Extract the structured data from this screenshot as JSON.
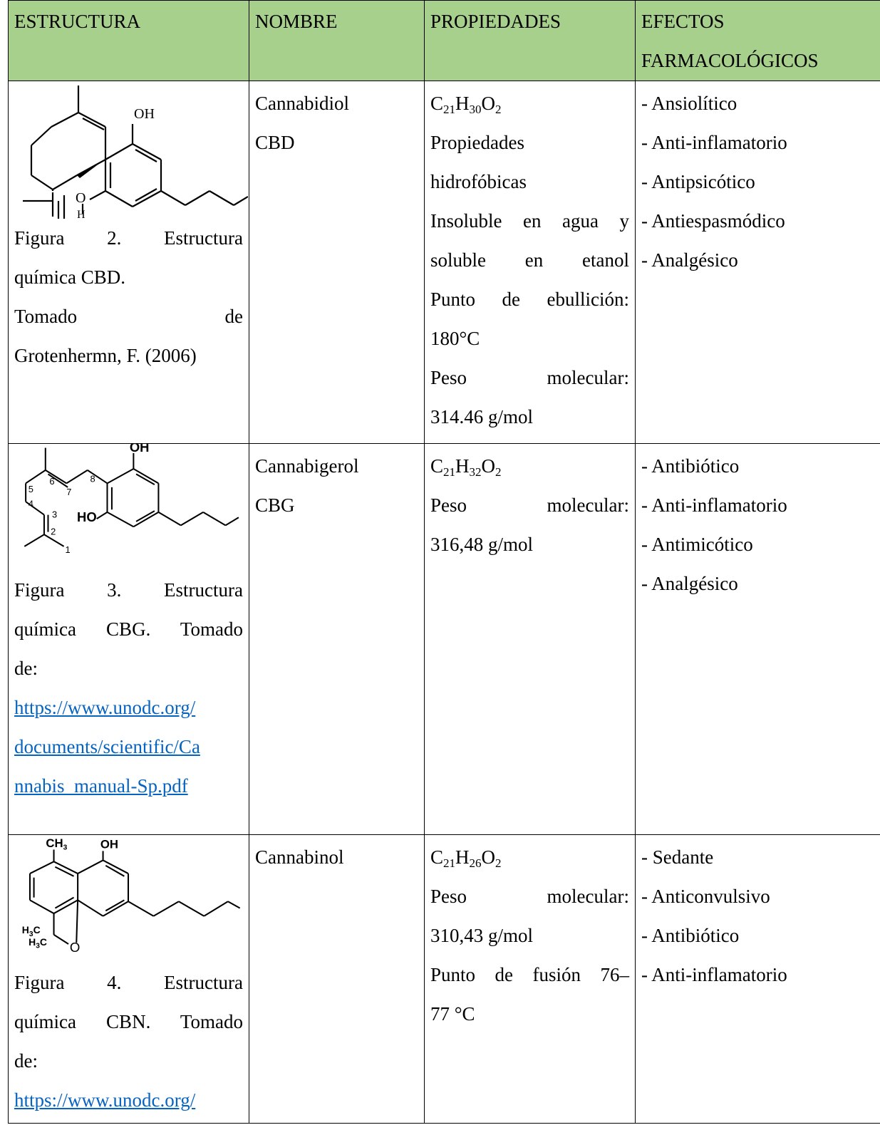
{
  "headers": {
    "estructura": "ESTRUCTURA",
    "nombre": "NOMBRE",
    "propiedades": "PROPIEDADES",
    "efectos_line1": "EFECTOS",
    "efectos_line2": "FARMACOLÓGICOS"
  },
  "rows": [
    {
      "molecule_labels": [
        "OH",
        "O",
        "H"
      ],
      "caption": [
        "Figura 2. Estructura",
        "química CBD.",
        "Tomado de",
        "Grotenhermn, F. (2006)"
      ],
      "name": [
        "Cannabidiol",
        "CBD"
      ],
      "formula": {
        "c": "C",
        "c_n": "21",
        "h": "H",
        "h_n": "30",
        "o": "O",
        "o_n": "2"
      },
      "properties": [
        "Propiedades",
        "hidrofóbicas",
        "Insoluble en agua y",
        "soluble en etanol",
        "Punto de ebullición:",
        "180°C",
        "Peso molecular:",
        "314.46 g/mol"
      ],
      "effects": [
        "- Ansiolítico",
        "- Anti-inflamatorio",
        "- Antipsicótico",
        "- Antiespasmódico",
        "- Analgésico"
      ]
    },
    {
      "molecule_labels": [
        "OH",
        "HO",
        "1",
        "2",
        "3",
        "4",
        "5",
        "6",
        "7",
        "8"
      ],
      "caption": [
        "Figura 3. Estructura",
        "química CBG. Tomado",
        "de:"
      ],
      "link": [
        "https://www.unodc.org/",
        "documents/scientific/Ca",
        "nnabis_manual-Sp.pdf"
      ],
      "name": [
        "Cannabigerol",
        "CBG"
      ],
      "formula": {
        "c": "C",
        "c_n": "21",
        "h": "H",
        "h_n": "32",
        "o": "O",
        "o_n": "2"
      },
      "properties": [
        "Peso molecular:",
        "316,48 g/mol"
      ],
      "effects": [
        "- Antibiótico",
        "- Anti-inflamatorio",
        "- Antimicótico",
        "- Analgésico"
      ]
    },
    {
      "molecule_labels": [
        "CH3",
        "OH",
        "H3C",
        "H3C",
        "O"
      ],
      "caption": [
        "Figura 4. Estructura",
        "química CBN. Tomado",
        "de:"
      ],
      "link": [
        "https://www.unodc.org/"
      ],
      "name": [
        "Cannabinol"
      ],
      "formula": {
        "c": "C",
        "c_n": "21",
        "h": "H",
        "h_n": "26",
        "o": "O",
        "o_n": "2"
      },
      "properties": [
        "Peso molecular:",
        "310,43 g/mol",
        "Punto de fusión 76–",
        "77 °C"
      ],
      "effects": [
        "- Sedante",
        "- Anticonvulsivo",
        "- Antibiótico",
        "- Anti-inflamatorio"
      ]
    }
  ]
}
